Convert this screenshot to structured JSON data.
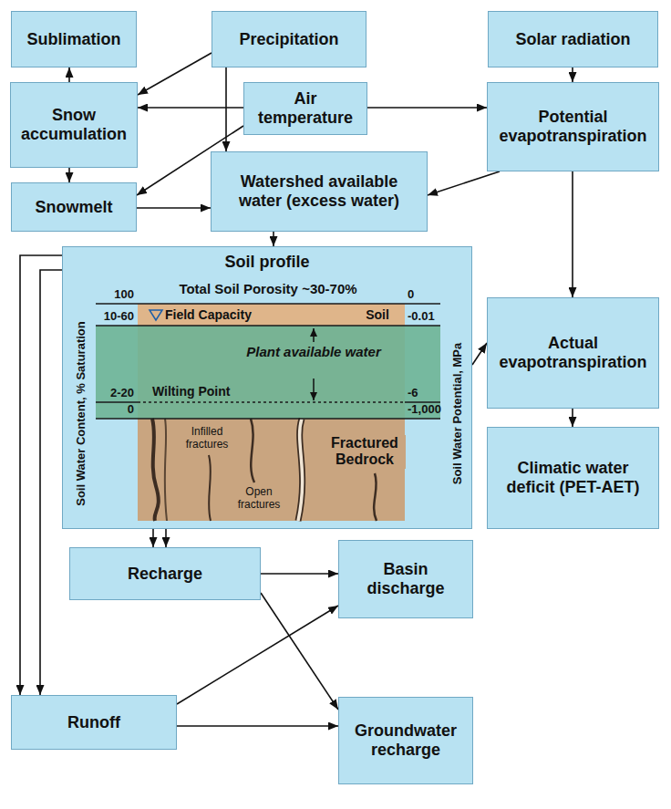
{
  "diagram": {
    "nodes": [
      {
        "text": [
          "Sublimation"
        ]
      },
      {
        "text": [
          "Precipitation"
        ]
      },
      {
        "text": [
          "Solar radiation"
        ]
      },
      {
        "text": [
          "Snow accumulation"
        ]
      },
      {
        "text": [
          "Air temperature"
        ]
      },
      {
        "text": [
          "Potential evapotranspiration"
        ]
      },
      {
        "text": [
          "Snowmelt"
        ]
      },
      {
        "text": [
          "Watershed available water (excess water)"
        ]
      },
      {
        "text": [
          "Soil profile"
        ]
      },
      {
        "text": [
          "Actual evapotranspiration"
        ]
      },
      {
        "text": [
          "Climatic water deficit (PET-AET)"
        ]
      },
      {
        "text": [
          "Recharge"
        ]
      },
      {
        "text": [
          "Basin discharge"
        ]
      },
      {
        "text": [
          "Runoff"
        ]
      },
      {
        "text": [
          "Groundwater recharge"
        ]
      }
    ],
    "edges": [
      {
        "from": 1,
        "to": 3,
        "arrow": "to"
      },
      {
        "from": 1,
        "to": 7,
        "arrow": "to"
      },
      {
        "from": 4,
        "to": 3,
        "arrow": "to"
      },
      {
        "from": 4,
        "to": 5,
        "arrow": "to"
      },
      {
        "from": 4,
        "to": 6,
        "arrow": "to"
      },
      {
        "from": 3,
        "to": 0,
        "arrow": "to"
      },
      {
        "from": 3,
        "to": 6,
        "arrow": "to"
      },
      {
        "from": 2,
        "to": 5,
        "arrow": "to"
      },
      {
        "from": 6,
        "to": 7,
        "arrow": "to"
      },
      {
        "from": 5,
        "to": 7,
        "arrow": "to"
      },
      {
        "from": 7,
        "to": 8,
        "arrow": "to"
      },
      {
        "from": 5,
        "to": 9,
        "arrow": "to"
      },
      {
        "from": 8,
        "to": 9,
        "arrow": "to"
      },
      {
        "from": 9,
        "to": 10,
        "arrow": "to"
      },
      {
        "from": 8,
        "to": 11,
        "arrow": "to"
      },
      {
        "from": 8,
        "to": 11,
        "arrow": "to"
      },
      {
        "from": 8,
        "to": 13,
        "arrow": "to"
      },
      {
        "from": 8,
        "to": 13,
        "arrow": "to"
      },
      {
        "from": 11,
        "to": 12,
        "arrow": "to"
      },
      {
        "from": 11,
        "to": 14,
        "arrow": "to"
      },
      {
        "from": 13,
        "to": 12,
        "arrow": "to"
      },
      {
        "from": 13,
        "to": 14,
        "arrow": "to"
      }
    ],
    "labels": [
      "Total Soil Porosity ~30-70%",
      "Soil Water Content, % Saturation",
      "100",
      "10-60",
      "2-20",
      "0",
      "Field Capacity",
      "Soil",
      "Plant available water",
      "Wilting Point",
      "Infilled fractures",
      "Open fractures",
      "Fractured Bedrock",
      "Soil Water Potential, MPa",
      "0",
      "-0.01",
      "-6",
      "-1,000"
    ]
  }
}
